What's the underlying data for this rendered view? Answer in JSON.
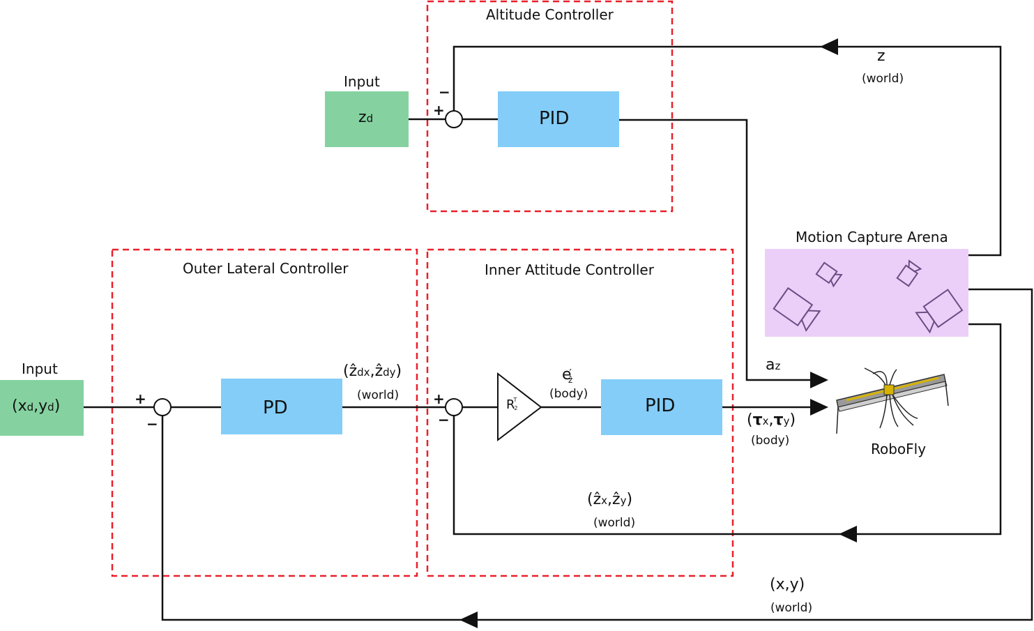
{
  "colors": {
    "input_block": "#85d2a0",
    "controller_block": "#83cdf8",
    "arena": "#eccff8",
    "camera": "#6a4e84",
    "dashed_frame": "#e8202a",
    "wire": "#111111"
  },
  "regions": {
    "altitude": "Altitude Controller",
    "outer_lateral": "Outer Lateral Controller",
    "inner_attitude": "Inner Attitude Controller",
    "arena": "Motion Capture Arena"
  },
  "blocks": {
    "altitude_input": {
      "caption": "Input",
      "symbol": "z",
      "subscript": "d"
    },
    "lateral_input": {
      "caption": "Input",
      "text": "(x",
      "sub1": "d",
      "mid": ",y",
      "sub2": "d",
      "close": ")"
    },
    "altitude_pid": "PID",
    "lateral_pd": "PD",
    "attitude_pid": "PID",
    "gain": {
      "symbol": "R",
      "superscript": "T",
      "subscript": "2"
    }
  },
  "signs": {
    "alt_plus": "+",
    "alt_minus": "−",
    "outer_plus": "+",
    "outer_minus": "−",
    "inner_plus": "+",
    "inner_minus": "−"
  },
  "signals": {
    "z_feedback": {
      "symbol": "z",
      "frame": "(world)"
    },
    "desired_axis": {
      "open": "(",
      "s1": "ẑ",
      "s1sub": "dx",
      "comma": ",",
      "s2": "ẑ",
      "s2sub": "dy",
      "close": ")",
      "frame": "(world)"
    },
    "error": {
      "symbol": "e",
      "prime": "′",
      "subscript": "ẑ",
      "frame": "(body)"
    },
    "thrust": {
      "symbol": "a",
      "subscript": "z"
    },
    "torque": {
      "open": "(",
      "s1": "τ",
      "s1sub": "x",
      "comma": ",",
      "s2": "τ",
      "s2sub": "y",
      "close": ")",
      "frame": "(body)"
    },
    "axis_feedback": {
      "open": "(",
      "s1": "ẑ",
      "s1sub": "x",
      "comma": ",",
      "s2": "ẑ",
      "s2sub": "y",
      "close": ")",
      "frame": "(world)"
    },
    "position_feedback": {
      "symbol": "(x,y)",
      "frame": "(world)"
    }
  },
  "robot": {
    "name": "RoboFly"
  }
}
